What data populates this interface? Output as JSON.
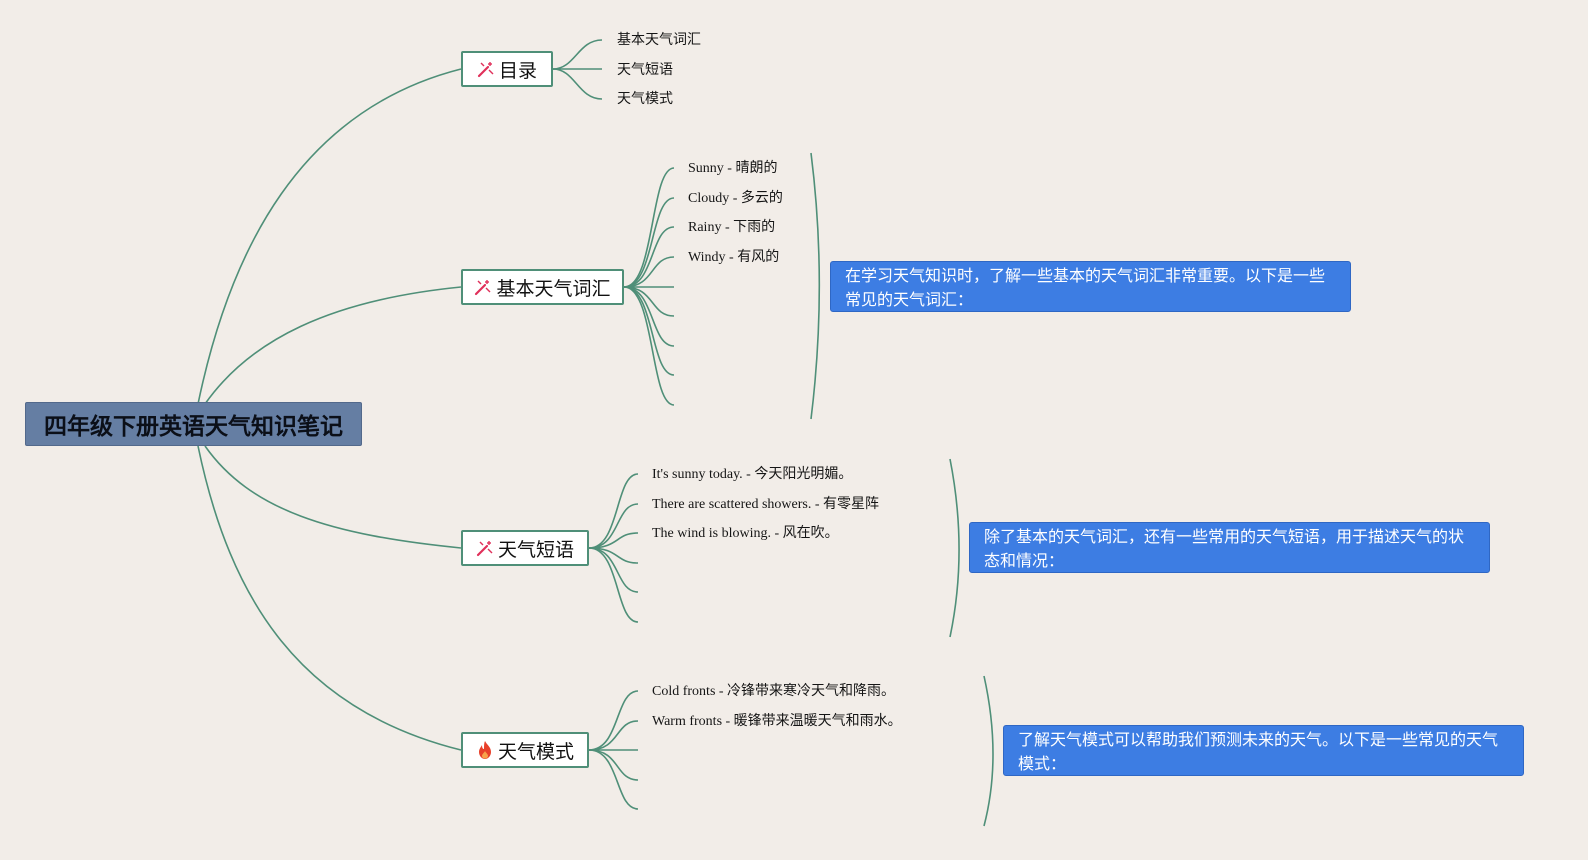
{
  "root": {
    "title": "四年级下册英语天气知识笔记"
  },
  "branches": {
    "toc": {
      "label": "目录",
      "icon": "magic-wand-icon",
      "items": [
        "基本天气词汇",
        "天气短语",
        "天气模式"
      ]
    },
    "vocab": {
      "label": "基本天气词汇",
      "icon": "magic-wand-icon",
      "items": [
        "Sunny - 晴朗的",
        "Cloudy - 多云的",
        "Rainy - 下雨的",
        "Windy - 有风的"
      ],
      "note": "在学习天气知识时，了解一些基本的天气词汇非常重要。以下是一些常见的天气词汇："
    },
    "phrases": {
      "label": "天气短语",
      "icon": "magic-wand-icon",
      "items": [
        "It's sunny today. - 今天阳光明媚。",
        "There are scattered showers. - 有零星阵",
        "The wind is blowing. - 风在吹。"
      ],
      "note": "除了基本的天气词汇，还有一些常用的天气短语，用于描述天气的状态和情况："
    },
    "patterns": {
      "label": "天气模式",
      "icon": "fire-icon",
      "items": [
        "Cold fronts - 冷锋带来寒冷天气和降雨。",
        "Warm fronts - 暖锋带来温暖天气和雨水。"
      ],
      "note": "了解天气模式可以帮助我们预测未来的天气。以下是一些常见的天气模式："
    }
  },
  "colors": {
    "connector": "#4f8f78",
    "root_fill": "#657ea3",
    "note_fill": "#3d7de3",
    "background": "#f2ede8",
    "wand_accent": "#e0305a",
    "fire": "#e8402a"
  }
}
